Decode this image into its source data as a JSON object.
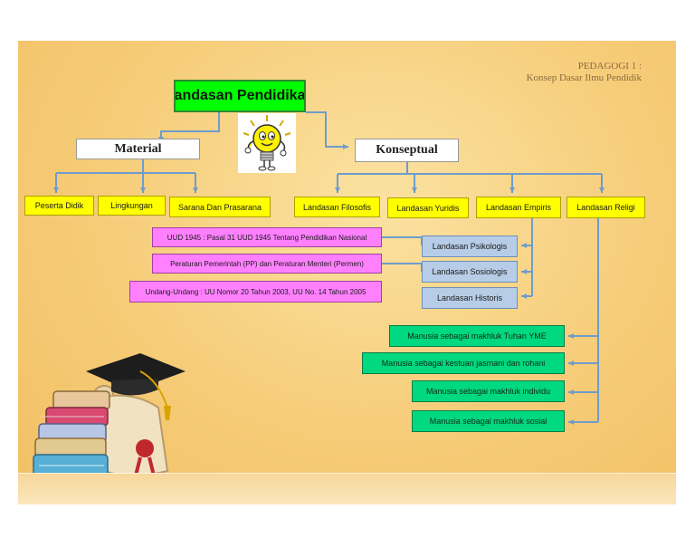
{
  "header": {
    "line1": "PEDAGOGI 1 :",
    "line2": "Konsep Dasar Ilmu Pendidik"
  },
  "title": "Landasan Pendidikan",
  "branches": {
    "material": "Material",
    "konseptual": "Konseptual"
  },
  "material_items": [
    "Peserta Didik",
    "Lingkungan",
    "Sarana Dan Prasarana"
  ],
  "konseptual_items": [
    "Landasan Filosofis",
    "Landasan Yuridis",
    "Landasan Empiris",
    "Landasan Religi"
  ],
  "yuridis_items": [
    "UUD 1945 : Pasal 31 UUD 1945 Tentang Pendidikan Nasional",
    "Peraturan Pemerintah (PP) dan Peraturan Menteri (Permen)",
    "Undang-Undang : UU Nomor 20 Tahun 2003, UU No. 14 Tahun 2005"
  ],
  "empiris_items": [
    "Landasan Psikologis",
    "Landasan Sosiologis",
    "Landasan Historis"
  ],
  "religi_items": [
    "Manusia sebagai makhluk Tuhan YME",
    "Manusia sebagai kestuan jasmani dan rohani",
    "Manusia sebagai makhluk individu",
    "Manusia sebagai makhluk sosial"
  ],
  "colors": {
    "title_box": "#00ff00",
    "yellow_box": "#ffff00",
    "magenta_box": "#ff80ff",
    "blue_box": "#b7cde7",
    "green_box": "#00d97f",
    "connector": "#6f9ccc",
    "background": "#f6cc78"
  },
  "icons": [
    "lightbulb-icon",
    "graduation-books-icon"
  ]
}
